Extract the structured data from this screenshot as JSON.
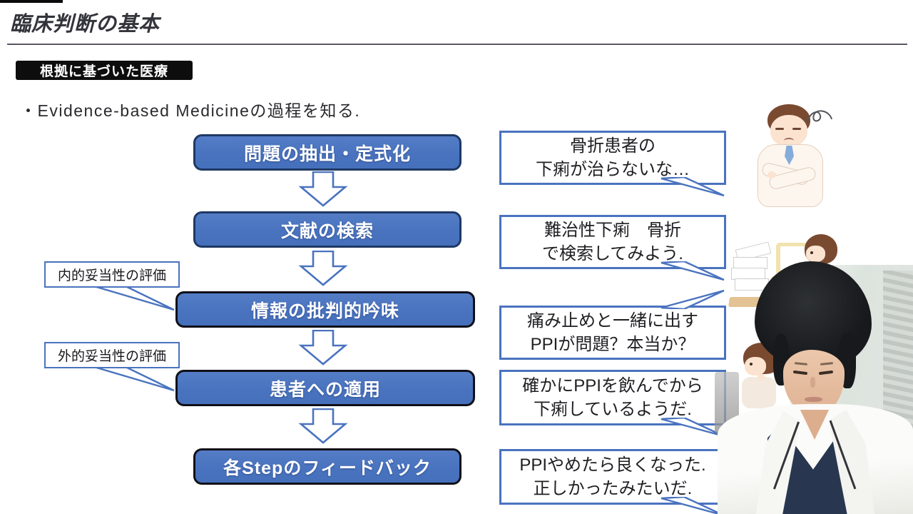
{
  "page": {
    "title": "臨床判断の基本"
  },
  "section": {
    "badge": "根拠に基づいた医療",
    "bullet": "・Evidence-based Medicineの過程を知る."
  },
  "flow": {
    "steps": [
      {
        "label": "問題の抽出・定式化"
      },
      {
        "label": "文献の検索"
      },
      {
        "label": "情報の批判的吟味"
      },
      {
        "label": "患者への適用"
      },
      {
        "label": "各Stepのフィードバック"
      }
    ],
    "annotations": [
      {
        "label": "内的妥当性の評価"
      },
      {
        "label": "外的妥当性の評価"
      }
    ]
  },
  "bubbles": [
    {
      "line1": "骨折患者の",
      "line2": "下痢が治らないな…"
    },
    {
      "line1": "難治性下痢　骨折",
      "line2": "で検索してみよう."
    },
    {
      "line1": "痛み止めと一緒に出す",
      "line2": "PPIが問題？本当か？"
    },
    {
      "line1": "確かにPPIを飲んでから",
      "line2": "下痢しているようだ."
    },
    {
      "line1": "PPIやめたら良くなった.",
      "line2": "正しかったみたいだ."
    }
  ],
  "figures": {
    "illustration1": "worried-doctor-crossed-arms",
    "illustration2": "doctor-searching-on-laptop",
    "illustration3": "small-thinking-doctor",
    "webcam": "presenter-in-white-coat"
  },
  "colors": {
    "accent_blue": "#4a73bf",
    "box_fill": "#4a74c1",
    "box_border_navy": "#1f3864",
    "box_border_dark": "#101019",
    "badge_bg": "#0d0d0d"
  }
}
